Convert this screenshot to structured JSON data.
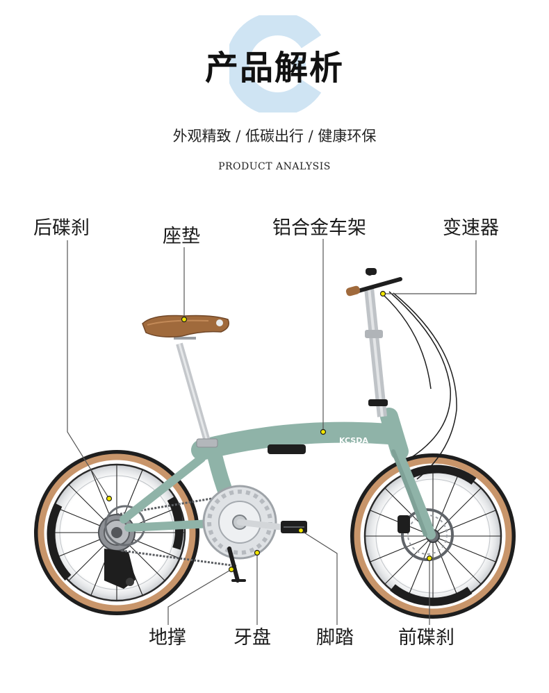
{
  "header": {
    "title": "产品解析",
    "subtitle": "外观精致 / 低碳出行 / 健康环保",
    "subtitle_en": "PRODUCT ANALYSIS"
  },
  "callouts": {
    "rear_brake": "后碟刹",
    "saddle": "座垫",
    "frame": "铝合金车架",
    "derailleur": "变速器",
    "kickstand": "地撑",
    "chainring": "牙盘",
    "pedal": "脚踏",
    "front_brake": "前碟刹"
  },
  "bike": {
    "brand": "KCSDA",
    "colors": {
      "frame": "#8fb3a8",
      "tire_tan": "#c8956a",
      "rim_silver": "#d8dadc",
      "saddle_brown": "#a06a3c",
      "logo_blue": "#cfe4f3",
      "marker_yellow": "#f2e600"
    }
  }
}
